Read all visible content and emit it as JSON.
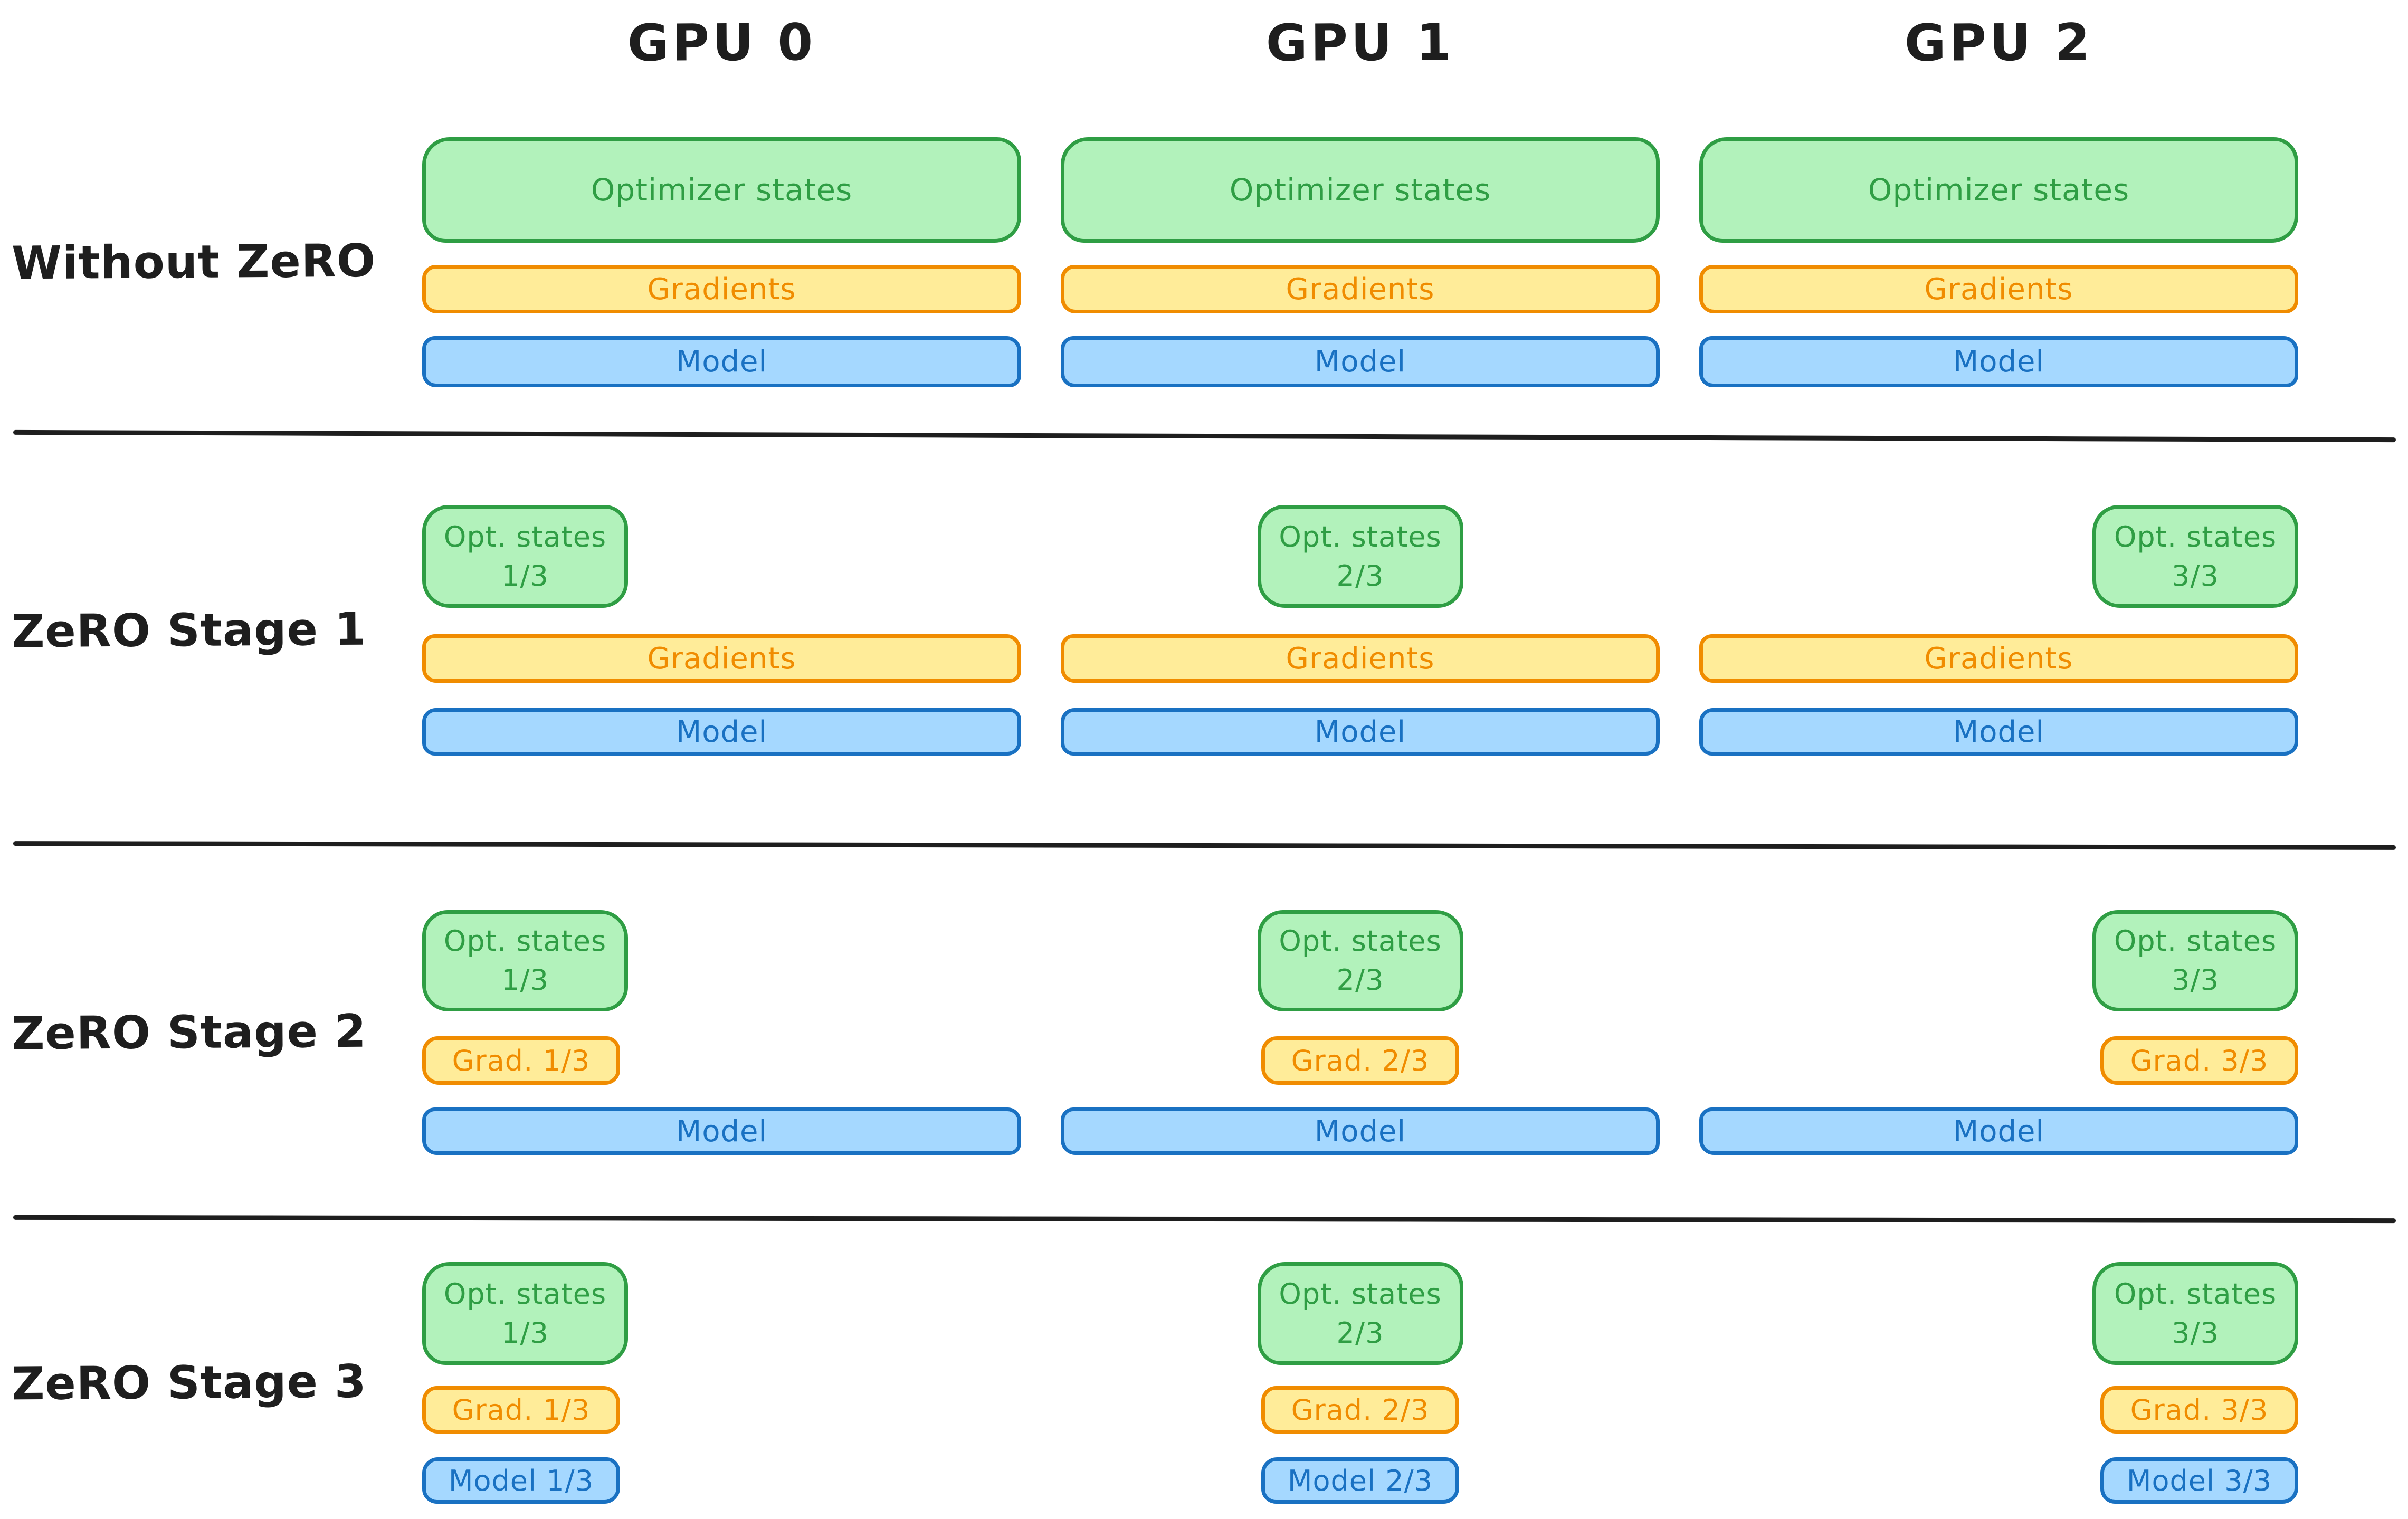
{
  "columns": [
    {
      "label": "GPU 0"
    },
    {
      "label": "GPU 1"
    },
    {
      "label": "GPU 2"
    }
  ],
  "rows": [
    {
      "label": "Without ZeRO",
      "gpus": [
        {
          "opt1": "Optimizer states",
          "grad": "Gradients",
          "model": "Model"
        },
        {
          "opt1": "Optimizer states",
          "grad": "Gradients",
          "model": "Model"
        },
        {
          "opt1": "Optimizer states",
          "grad": "Gradients",
          "model": "Model"
        }
      ]
    },
    {
      "label": "ZeRO Stage 1",
      "gpus": [
        {
          "opt1": "Opt. states",
          "opt2": "1/3",
          "grad": "Gradients",
          "model": "Model"
        },
        {
          "opt1": "Opt. states",
          "opt2": "2/3",
          "grad": "Gradients",
          "model": "Model"
        },
        {
          "opt1": "Opt. states",
          "opt2": "3/3",
          "grad": "Gradients",
          "model": "Model"
        }
      ]
    },
    {
      "label": "ZeRO Stage 2",
      "gpus": [
        {
          "opt1": "Opt. states",
          "opt2": "1/3",
          "grad": "Grad. 1/3",
          "model": "Model"
        },
        {
          "opt1": "Opt. states",
          "opt2": "2/3",
          "grad": "Grad. 2/3",
          "model": "Model"
        },
        {
          "opt1": "Opt. states",
          "opt2": "3/3",
          "grad": "Grad. 3/3",
          "model": "Model"
        }
      ]
    },
    {
      "label": "ZeRO Stage 3",
      "gpus": [
        {
          "opt1": "Opt. states",
          "opt2": "1/3",
          "grad": "Grad. 1/3",
          "model": "Model 1/3"
        },
        {
          "opt1": "Opt. states",
          "opt2": "2/3",
          "grad": "Grad. 2/3",
          "model": "Model 2/3"
        },
        {
          "opt1": "Opt. states",
          "opt2": "3/3",
          "grad": "Grad. 3/3",
          "model": "Model 3/3"
        }
      ]
    }
  ],
  "colors": {
    "green_fill": "#b2f2bb",
    "green_stroke": "#2f9e44",
    "yellow_fill": "#ffec99",
    "yellow_stroke": "#f08c00",
    "blue_fill": "#a5d8ff",
    "blue_stroke": "#1971c2",
    "ink": "#1e1e1e",
    "background": "#ffffff"
  }
}
